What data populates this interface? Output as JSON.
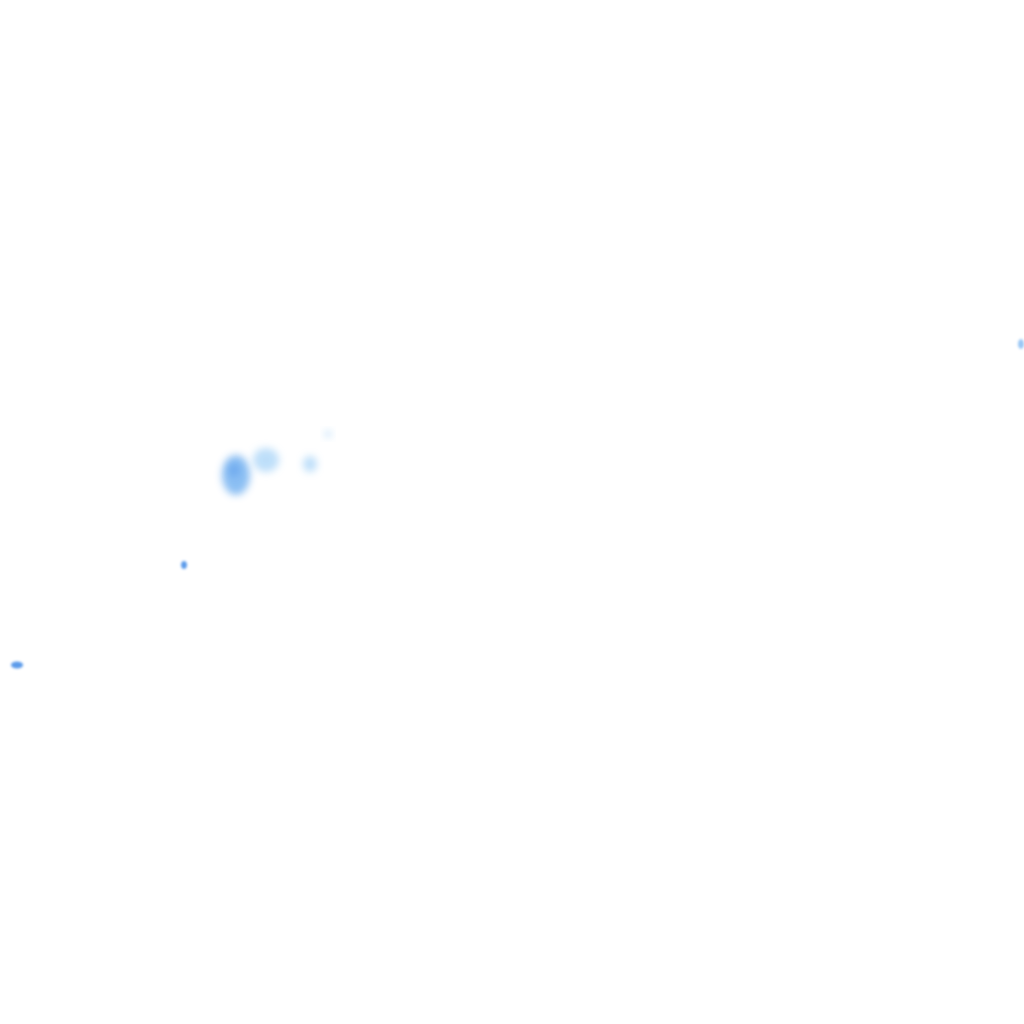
{
  "layer": "precipitation-radar",
  "colors": {
    "background": "#ffffff",
    "light_precip": "#a8d4f8",
    "medium_precip": "#7fb8f2",
    "strong_precip": "#4a90e8"
  },
  "cells": [
    {
      "intensity": "medium_precip"
    },
    {
      "intensity": "light_precip"
    },
    {
      "intensity": "light_precip"
    },
    {
      "intensity": "light_precip"
    },
    {
      "intensity": "strong_precip"
    },
    {
      "intensity": "strong_precip"
    },
    {
      "intensity": "medium_precip"
    }
  ]
}
